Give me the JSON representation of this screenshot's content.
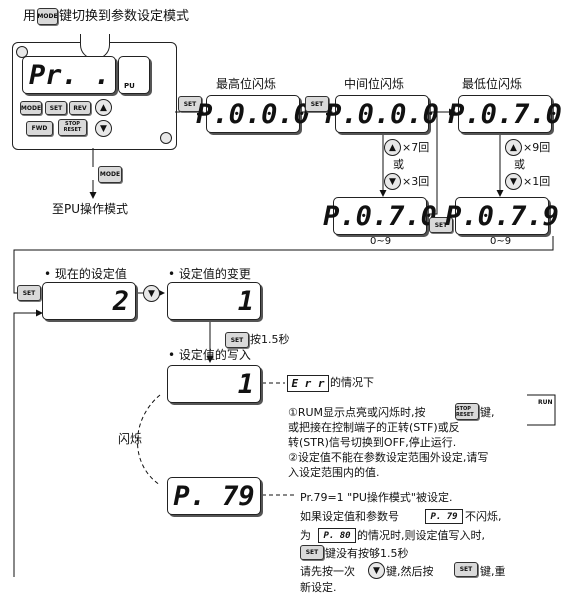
{
  "top": {
    "pre": "用",
    "mode_key": "MODE",
    "post": "键切换到参数设定模式"
  },
  "panel": {
    "display": "Pr. .",
    "pu": "PU",
    "keys": {
      "mode": "MODE",
      "set": "SET",
      "rev": "REV",
      "fwd": "FWD",
      "stop": "STOP\nRESET",
      "up": "▲",
      "down": "▼"
    }
  },
  "bottom_mode": {
    "key": "MODE",
    "text": "至PU操作模式"
  },
  "steps": {
    "s1": {
      "label": "最高位闪烁",
      "display": "P.0.0.0",
      "key": "SET"
    },
    "s2": {
      "label": "中间位闪烁",
      "display": "P.0.0.0",
      "key": "SET"
    },
    "s3": {
      "label": "最低位闪烁",
      "display": "P.0.7.0"
    },
    "mid_up": "×7回",
    "mid_or": "或",
    "mid_down": "×3回",
    "right_up": "×9回",
    "right_or": "或",
    "right_down": "×1回",
    "s4": {
      "display": "P.0.7.0",
      "range": "0~9"
    },
    "s5": {
      "display": "P.0.7.9",
      "range": "0~9"
    },
    "mid_set": "SET"
  },
  "lower": {
    "current_title": "现在的设定值",
    "current_value": "2",
    "set_key": "SET",
    "change_title": "设定值的变更",
    "change_value": "1",
    "hold_key": "SET",
    "hold_text": "按1.5秒",
    "write_title": "设定值的写入",
    "write_value": "1",
    "err_display": "E r r",
    "err_suffix": "的情况下",
    "note1": "①RUM显示点亮或闪烁时,按",
    "note1_key": "STOP RESET",
    "note1_b": "键,",
    "note2": "或把接在控制端子的正转(STF)或反",
    "note3": "转(STR)信号切换到OFF,停止运行.",
    "note4": "②设定值不能在参数设定范围外设定,请写",
    "note5": "入设定范围内的值.",
    "run_label": "RUN",
    "blink": "闪烁",
    "p79_display": "P. 79",
    "n1": "Pr.79=1 \"PU操作模式\"被设定.",
    "n2a": "如果设定值和参数号",
    "n2_disp": "P. 79",
    "n2b": "不闪烁,",
    "n3a": "为",
    "n3_disp": "P. 80",
    "n3b": "的情况时,则设定值写入时,",
    "n4_key": "SET",
    "n4": "键没有按够1.5秒",
    "n5a": "请先按一次",
    "n5b": "键,然后按",
    "n5_key": "SET",
    "n5c": "键,重",
    "n6": "新设定."
  }
}
